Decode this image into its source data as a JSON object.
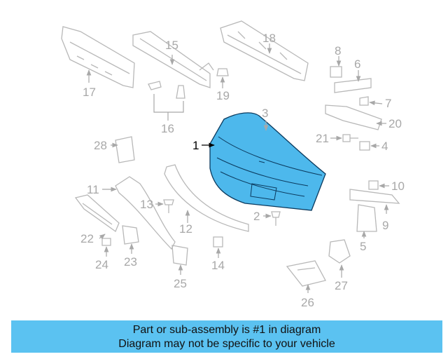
{
  "banner": {
    "line1": "Part or sub-assembly is #1 in diagram",
    "line2": "Diagram may not be specific to your vehicle"
  },
  "colors": {
    "highlight": "#4db8ec",
    "banner": "#5bc2f1",
    "parts_outline": "#b8b8b8",
    "labels": "#a8a8a8"
  },
  "callouts": {
    "p1": "1",
    "p2": "2",
    "p3": "3",
    "p4": "4",
    "p5": "5",
    "p6": "6",
    "p7": "7",
    "p8": "8",
    "p9": "9",
    "p10": "10",
    "p11": "11",
    "p12": "12",
    "p13": "13",
    "p14": "14",
    "p15": "15",
    "p16": "16",
    "p17": "17",
    "p18": "18",
    "p19": "19",
    "p20": "20",
    "p21": "21",
    "p22": "22",
    "p23": "23",
    "p24": "24",
    "p25": "25",
    "p26": "26",
    "p27": "27",
    "p28": "28"
  }
}
